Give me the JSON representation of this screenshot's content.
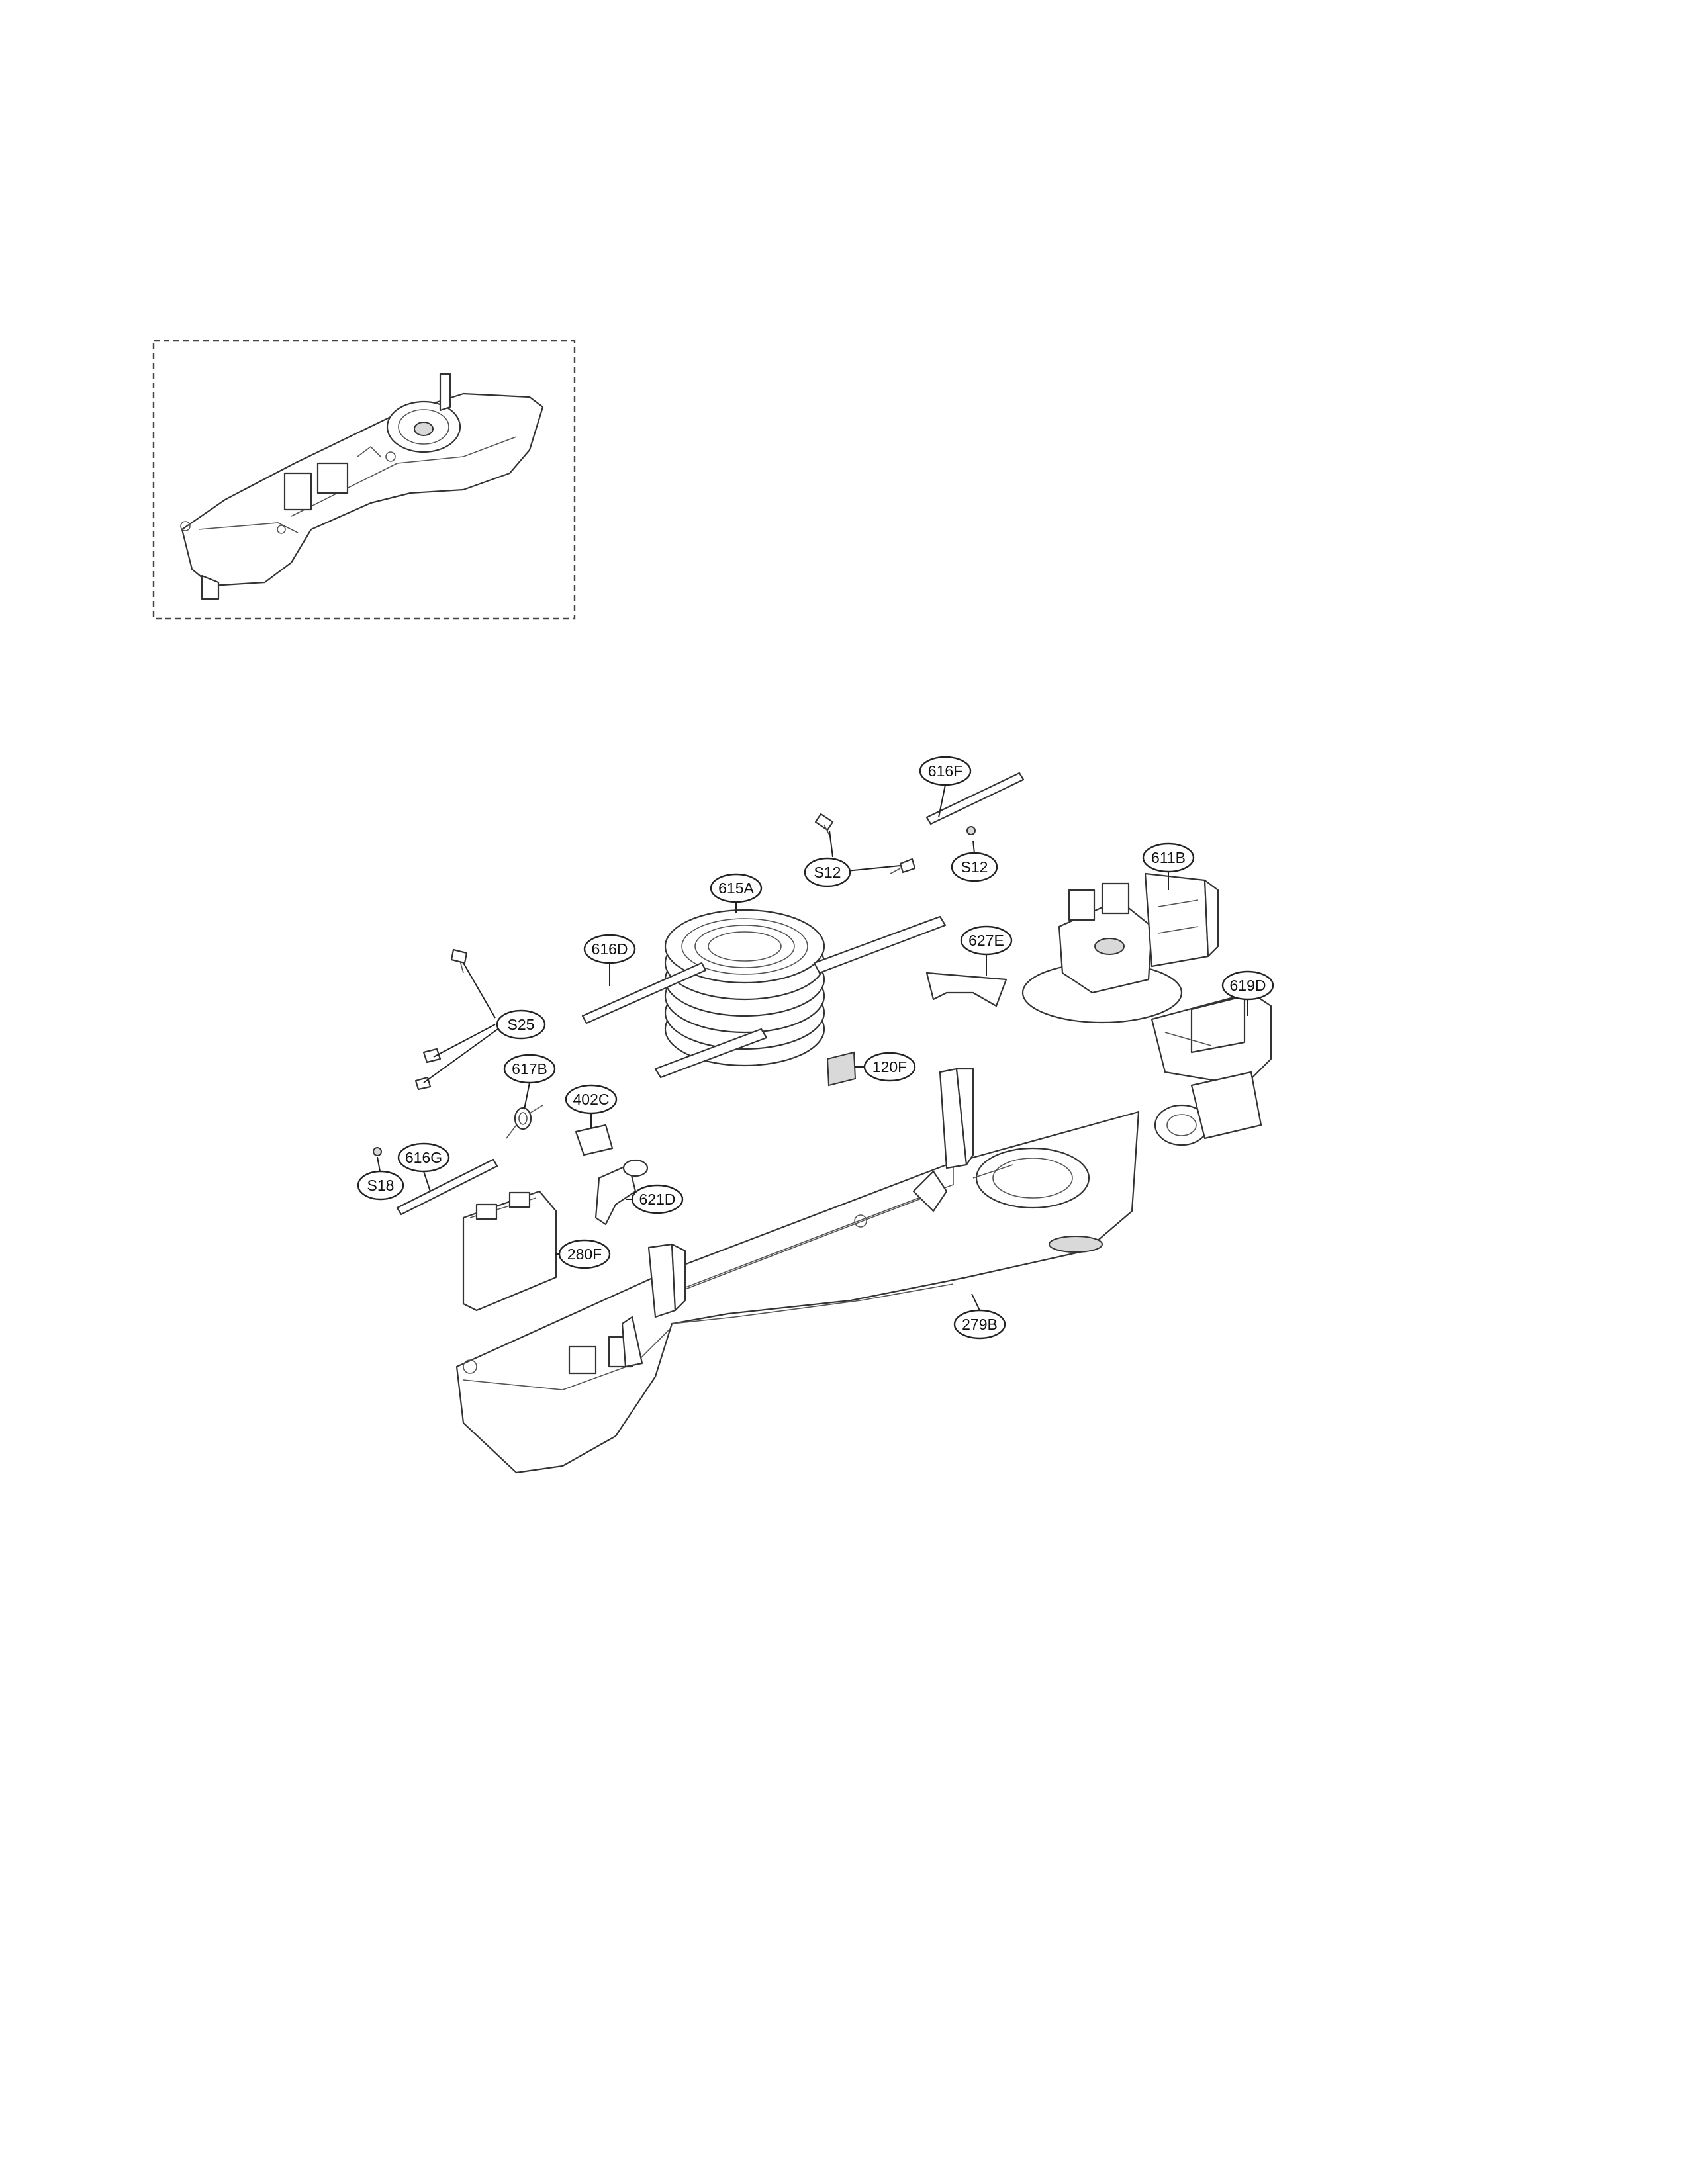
{
  "callouts": [
    {
      "id": "616F",
      "label": "616F"
    },
    {
      "id": "S12a",
      "label": "S12"
    },
    {
      "id": "S12b",
      "label": "S12"
    },
    {
      "id": "615A",
      "label": "615A"
    },
    {
      "id": "611B",
      "label": "611B"
    },
    {
      "id": "616D",
      "label": "616D"
    },
    {
      "id": "627E",
      "label": "627E"
    },
    {
      "id": "619D",
      "label": "619D"
    },
    {
      "id": "S25",
      "label": "S25"
    },
    {
      "id": "617B",
      "label": "617B"
    },
    {
      "id": "120F",
      "label": "120F"
    },
    {
      "id": "402C",
      "label": "402C"
    },
    {
      "id": "616G",
      "label": "616G"
    },
    {
      "id": "S18",
      "label": "S18"
    },
    {
      "id": "621D",
      "label": "621D"
    },
    {
      "id": "280F",
      "label": "280F"
    },
    {
      "id": "279B",
      "label": "279B"
    }
  ]
}
